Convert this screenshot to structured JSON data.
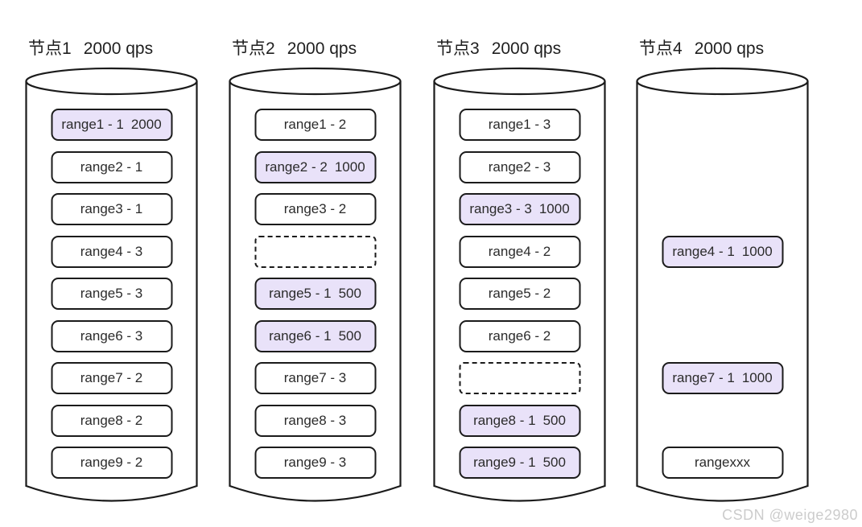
{
  "diagram": {
    "watermark": "CSDN @weige2980",
    "colors": {
      "highlight_fill": "#e9e2f9",
      "outline": "#1b1b1b",
      "box_fill": "#ffffff",
      "text": "#2b2b2b",
      "watermark": "#cccccc"
    },
    "nodes": [
      {
        "title": "节点1",
        "qps": "2000 qps",
        "slots": [
          {
            "type": "highlight",
            "range": "range1 - 1",
            "qps": "2000"
          },
          {
            "type": "normal",
            "range": "range2 - 1",
            "qps": ""
          },
          {
            "type": "normal",
            "range": "range3 - 1",
            "qps": ""
          },
          {
            "type": "normal",
            "range": "range4 - 3",
            "qps": ""
          },
          {
            "type": "normal",
            "range": "range5 - 3",
            "qps": ""
          },
          {
            "type": "normal",
            "range": "range6 - 3",
            "qps": ""
          },
          {
            "type": "normal",
            "range": "range7 - 2",
            "qps": ""
          },
          {
            "type": "normal",
            "range": "range8 - 2",
            "qps": ""
          },
          {
            "type": "normal",
            "range": "range9 - 2",
            "qps": ""
          }
        ]
      },
      {
        "title": "节点2",
        "qps": "2000 qps",
        "slots": [
          {
            "type": "normal",
            "range": "range1 - 2",
            "qps": ""
          },
          {
            "type": "highlight",
            "range": "range2 - 2",
            "qps": "1000"
          },
          {
            "type": "normal",
            "range": "range3 - 2",
            "qps": ""
          },
          {
            "type": "dashed",
            "range": "",
            "qps": ""
          },
          {
            "type": "highlight",
            "range": "range5 - 1",
            "qps": "500"
          },
          {
            "type": "highlight",
            "range": "range6 - 1",
            "qps": "500"
          },
          {
            "type": "normal",
            "range": "range7 - 3",
            "qps": ""
          },
          {
            "type": "normal",
            "range": "range8 - 3",
            "qps": ""
          },
          {
            "type": "normal",
            "range": "range9 - 3",
            "qps": ""
          }
        ]
      },
      {
        "title": "节点3",
        "qps": "2000 qps",
        "slots": [
          {
            "type": "normal",
            "range": "range1 - 3",
            "qps": ""
          },
          {
            "type": "normal",
            "range": "range2 - 3",
            "qps": ""
          },
          {
            "type": "highlight",
            "range": "range3 - 3",
            "qps": "1000"
          },
          {
            "type": "normal",
            "range": "range4 - 2",
            "qps": ""
          },
          {
            "type": "normal",
            "range": "range5 - 2",
            "qps": ""
          },
          {
            "type": "normal",
            "range": "range6 - 2",
            "qps": ""
          },
          {
            "type": "dashed",
            "range": "",
            "qps": ""
          },
          {
            "type": "highlight",
            "range": "range8 - 1",
            "qps": "500"
          },
          {
            "type": "highlight",
            "range": "range9 - 1",
            "qps": "500"
          }
        ]
      },
      {
        "title": "节点4",
        "qps": "2000 qps",
        "slots": [
          {
            "type": "empty",
            "range": "",
            "qps": ""
          },
          {
            "type": "empty",
            "range": "",
            "qps": ""
          },
          {
            "type": "empty",
            "range": "",
            "qps": ""
          },
          {
            "type": "highlight",
            "range": "range4 - 1",
            "qps": "1000"
          },
          {
            "type": "empty",
            "range": "",
            "qps": ""
          },
          {
            "type": "empty",
            "range": "",
            "qps": ""
          },
          {
            "type": "highlight",
            "range": "range7 - 1",
            "qps": "1000"
          },
          {
            "type": "empty",
            "range": "",
            "qps": ""
          },
          {
            "type": "normal",
            "range": "rangexxx",
            "qps": ""
          }
        ]
      }
    ]
  }
}
